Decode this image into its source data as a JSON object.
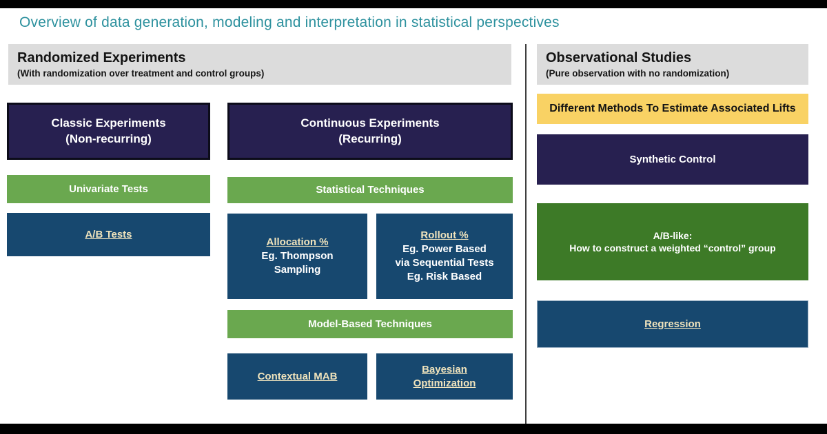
{
  "title": "Overview of data generation, modeling and interpretation in statistical perspectives",
  "randomized": {
    "header_title": "Randomized Experiments",
    "header_subtitle": "(With randomization over treatment and control groups)",
    "classic_line1": "Classic Experiments",
    "classic_line2": "(Non-recurring)",
    "univariate_label": "Univariate Tests",
    "ab_tests_label": "A/B Tests",
    "continuous_line1": "Continuous Experiments",
    "continuous_line2": "(Recurring)",
    "statistical_label": "Statistical Techniques",
    "allocation_link": "Allocation %",
    "allocation_line2": "Eg. Thompson",
    "allocation_line3": "Sampling",
    "rollout_link": "Rollout %",
    "rollout_line2": "Eg. Power Based",
    "rollout_line3": "via Sequential Tests",
    "rollout_line4": "Eg. Risk Based",
    "model_based_label": "Model-Based Techniques",
    "contextual_mab_label": "Contextual MAB",
    "bayesian_line1": "Bayesian",
    "bayesian_line2": "Optimization"
  },
  "observational": {
    "header_title": "Observational Studies",
    "header_subtitle": "(Pure observation with no randomization)",
    "methods_banner": "Different Methods To Estimate Associated Lifts",
    "synthetic_label": "Synthetic Control",
    "ab_like_line1": "A/B-like:",
    "ab_like_line2": "How to construct a weighted “control” group",
    "regression_label": "Regression"
  },
  "colors": {
    "accent_teal": "#2d919e",
    "navy": "#272050",
    "green": "#6aa84f",
    "dark_green": "#3d7a27",
    "blue": "#17486f",
    "yellow": "#f9d264",
    "header_gray": "#dcdcdc",
    "link_cream": "#efe3bc",
    "frame_black": "#000000"
  }
}
